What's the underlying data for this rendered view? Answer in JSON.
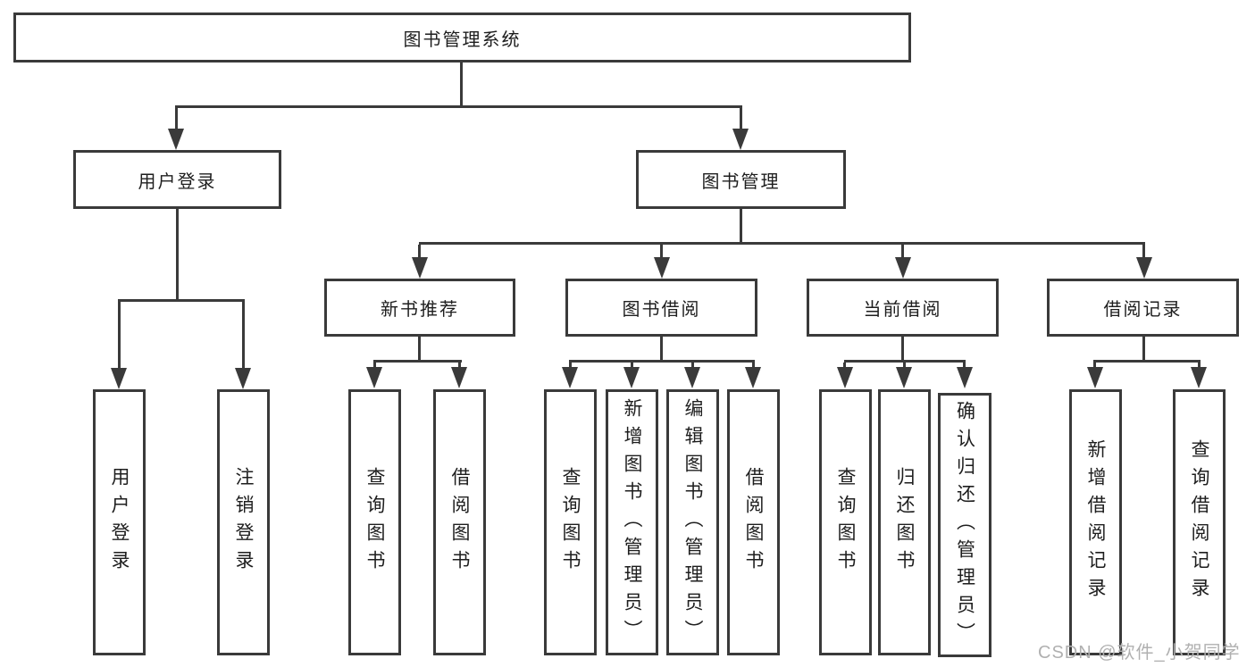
{
  "nodes": {
    "root": "图书管理系统",
    "level2": [
      "用户登录",
      "图书管理"
    ],
    "level3": [
      "新书推荐",
      "图书借阅",
      "当前借阅",
      "借阅记录"
    ],
    "login_children": [
      "用户登录",
      "注销登录"
    ],
    "newbook_children": [
      "查询图书",
      "借阅图书"
    ],
    "borrow_children": [
      "查询图书",
      "新增图书（管理员）",
      "编辑图书（管理员）",
      "借阅图书"
    ],
    "current_children": [
      "查询图书",
      "归还图书",
      "确认归还（管理员）"
    ],
    "records_children": [
      "新增借阅记录",
      "查询借阅记录"
    ]
  },
  "watermark": "CSDN @软件_小贺同学",
  "colors": {
    "line": "#3a3a3a",
    "text": "#1e1e1e",
    "watermark": "#b0b0b0",
    "background": "#ffffff"
  }
}
